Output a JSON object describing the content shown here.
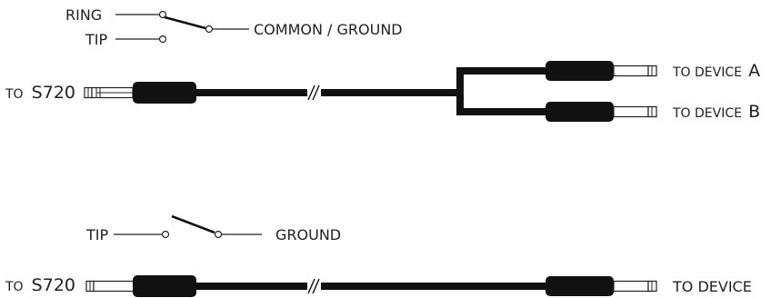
{
  "stereo_switch": {
    "ring_label": "RING",
    "tip_label": "TIP",
    "common_label": "COMMON / GROUND"
  },
  "y_cable": {
    "source_prefix": "TO",
    "source_name": "S720",
    "device_a_prefix": "TO DEVICE",
    "device_a_suffix": "A",
    "device_b_prefix": "TO DEVICE",
    "device_b_suffix": "B"
  },
  "mono_switch": {
    "tip_label": "TIP",
    "ground_label": "GROUND"
  },
  "mono_cable": {
    "source_prefix": "TO",
    "source_name": "S720",
    "device_label": "TO DEVICE"
  },
  "colors": {
    "ink": "#111111",
    "background": "#ffffff"
  }
}
